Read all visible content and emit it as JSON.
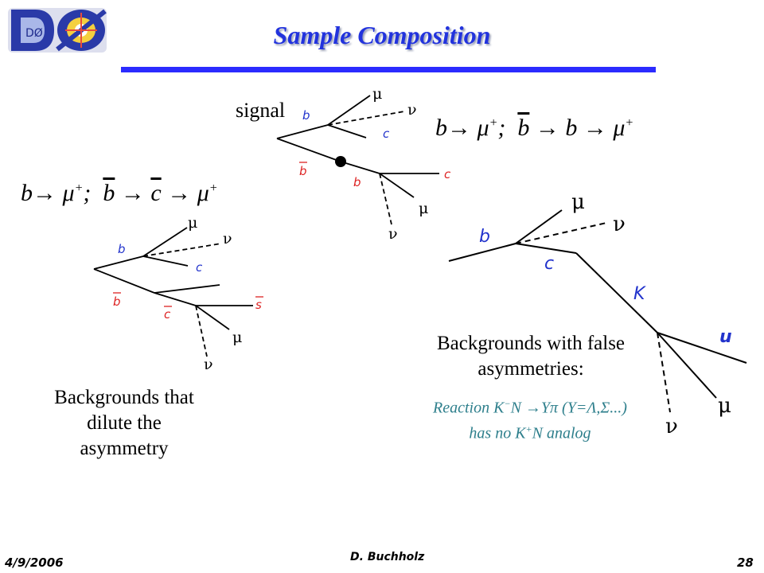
{
  "slide": {
    "title": "Sample Composition",
    "logo_text": "DØ",
    "signal_label": "signal",
    "formula_signal": {
      "b": "b",
      "mu": "μ",
      "plus": "+",
      "sep": ";",
      "bbar": "b",
      "b2": "b"
    },
    "formula_dilute": {
      "b": "b",
      "mu": "μ",
      "plus": "+",
      "sep": ";",
      "bbar": "b",
      "cbar": "c"
    },
    "dilute_text": [
      "Backgrounds that",
      "dilute the",
      "asymmetry"
    ],
    "false_text": [
      "Backgrounds with false",
      "asymmetries:"
    ],
    "reaction_line1_pre": "Reaction K",
    "reaction_line1_sup": "−",
    "reaction_line1_post": "N →Yπ (Y=Λ,Σ...)",
    "reaction_line2_pre": "has no K",
    "reaction_line2_sup": "+",
    "reaction_line2_post": "N analog",
    "footer_date": "4/9/2006",
    "footer_author": "D. Buchholz",
    "footer_page": "28"
  },
  "diagrams": {
    "signal": {
      "b": "b",
      "bbar": "b",
      "c": "c",
      "b2": "b",
      "c2": "c",
      "mu1": "μ",
      "nu1": "ν",
      "mu2": "μ",
      "nu2": "ν"
    },
    "dilute": {
      "b": "b",
      "bbar": "b",
      "c": "c",
      "cbar": "c",
      "sbar": "s",
      "mu1": "μ",
      "nu1": "ν",
      "mu2": "μ",
      "nu2": "ν"
    },
    "false": {
      "b": "b",
      "c": "c",
      "K": "K",
      "u": "u",
      "mu1": "μ",
      "nu1": "ν",
      "mu2": "μ",
      "nu2": "ν"
    }
  },
  "colors": {
    "title": "#2233dd",
    "rule": "#2b2bff",
    "quark_blue": "#2233cc",
    "antiquark_red": "#dd2222",
    "reaction": "#2e7f8c"
  }
}
